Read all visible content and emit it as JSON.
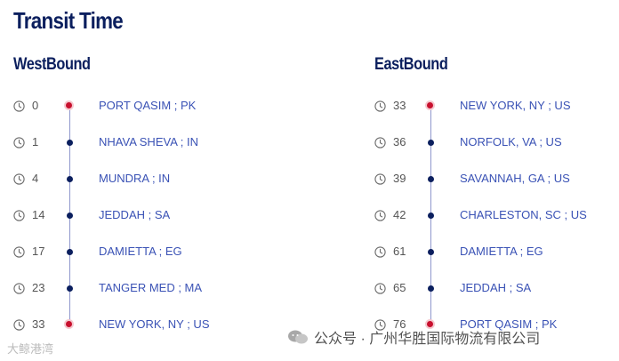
{
  "page": {
    "title": "Transit Time"
  },
  "westbound": {
    "heading": "WestBound",
    "stops": [
      {
        "days": "0",
        "port": "PORT QASIM ; PK",
        "endpoint": true
      },
      {
        "days": "1",
        "port": "NHAVA SHEVA ; IN",
        "endpoint": false
      },
      {
        "days": "4",
        "port": "MUNDRA ; IN",
        "endpoint": false
      },
      {
        "days": "14",
        "port": "JEDDAH ; SA",
        "endpoint": false
      },
      {
        "days": "17",
        "port": "DAMIETTA ; EG",
        "endpoint": false
      },
      {
        "days": "23",
        "port": "TANGER MED ; MA",
        "endpoint": false
      },
      {
        "days": "33",
        "port": "NEW YORK, NY ; US",
        "endpoint": true
      }
    ]
  },
  "eastbound": {
    "heading": "EastBound",
    "stops": [
      {
        "days": "33",
        "port": "NEW YORK, NY ; US",
        "endpoint": true
      },
      {
        "days": "36",
        "port": "NORFOLK, VA ; US",
        "endpoint": false
      },
      {
        "days": "39",
        "port": "SAVANNAH, GA ; US",
        "endpoint": false
      },
      {
        "days": "42",
        "port": "CHARLESTON, SC ; US",
        "endpoint": false
      },
      {
        "days": "61",
        "port": "DAMIETTA ; EG",
        "endpoint": false
      },
      {
        "days": "65",
        "port": "JEDDAH ; SA",
        "endpoint": false
      },
      {
        "days": "76",
        "port": "PORT QASIM ; PK",
        "endpoint": true
      }
    ]
  },
  "icons": {
    "days": "clock-icon",
    "stop_normal": "route-dot-icon",
    "stop_endpoint": "route-endpoint-icon"
  },
  "colors": {
    "heading": "#0b1f5e",
    "port": "#3a52b5",
    "dot": "#0b1f5e",
    "endpoint": "#c8102e",
    "rail": "#8f97cc"
  },
  "watermark": {
    "text": "公众号 · 广州华胜国际物流有限公司",
    "left_text": "大鲸港湾"
  }
}
